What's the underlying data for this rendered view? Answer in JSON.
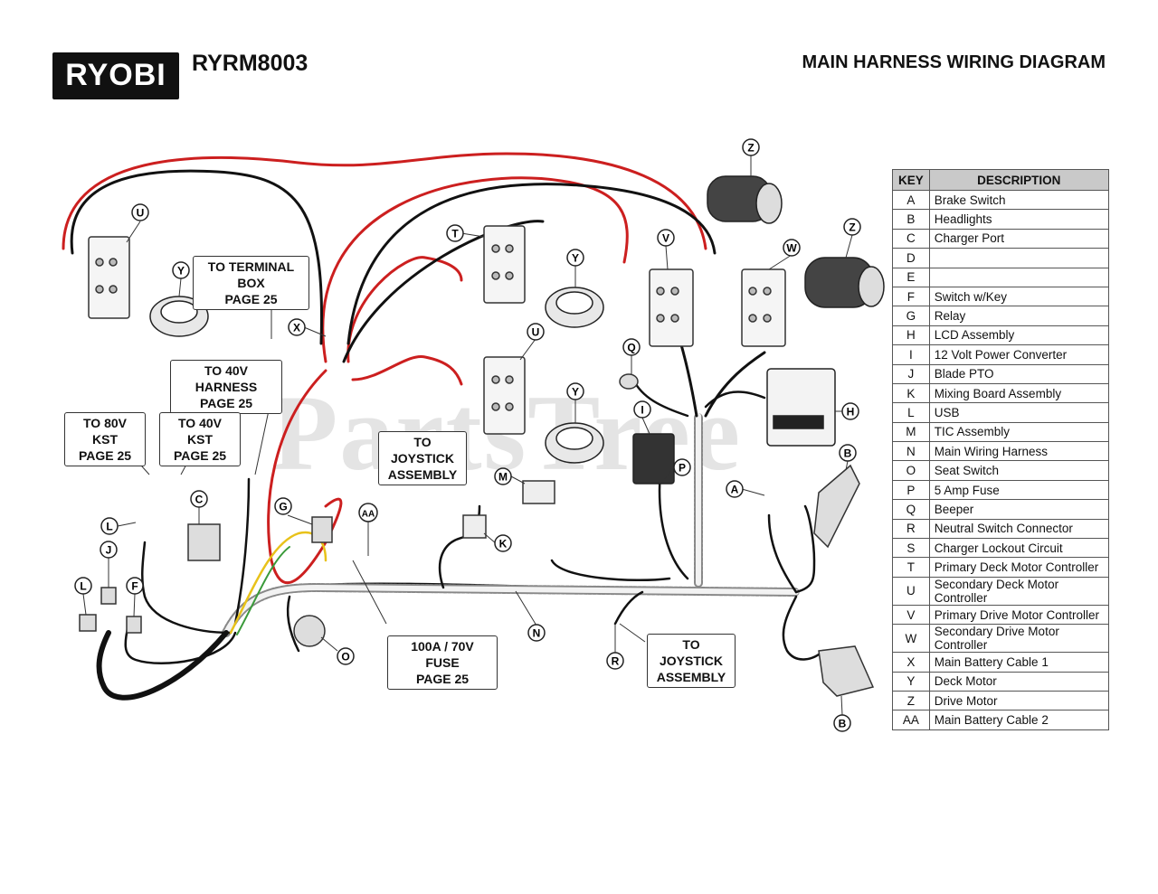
{
  "header": {
    "brand": "RYOBI",
    "model": "RYRM8003",
    "title": "MAIN HARNESS WIRING DIAGRAM"
  },
  "watermark": "PartsTree",
  "callouts": {
    "terminal_box": [
      "TO TERMINAL BOX",
      "PAGE 25"
    ],
    "harness_40v": [
      "TO 40V HARNESS",
      "PAGE 25"
    ],
    "kst_80v": [
      "TO 80V KST",
      "PAGE 25"
    ],
    "kst_40v": [
      "TO 40V KST",
      "PAGE 25"
    ],
    "joystick_1": [
      "TO JOYSTICK",
      "ASSEMBLY"
    ],
    "fuse": [
      "100A / 70V FUSE",
      "PAGE 25"
    ],
    "joystick_2": [
      "TO JOYSTICK",
      "ASSEMBLY"
    ]
  },
  "key_table": {
    "headers": [
      "KEY",
      "DESCRIPTION"
    ],
    "rows": [
      {
        "key": "A",
        "desc": "Brake Switch"
      },
      {
        "key": "B",
        "desc": "Headlights"
      },
      {
        "key": "C",
        "desc": "Charger Port"
      },
      {
        "key": "D",
        "desc": ""
      },
      {
        "key": "E",
        "desc": ""
      },
      {
        "key": "F",
        "desc": "Switch w/Key"
      },
      {
        "key": "G",
        "desc": "Relay"
      },
      {
        "key": "H",
        "desc": "LCD Assembly"
      },
      {
        "key": "I",
        "desc": "12 Volt Power Converter"
      },
      {
        "key": "J",
        "desc": "Blade PTO"
      },
      {
        "key": "K",
        "desc": "Mixing Board Assembly"
      },
      {
        "key": "L",
        "desc": "USB"
      },
      {
        "key": "M",
        "desc": "TIC Assembly"
      },
      {
        "key": "N",
        "desc": "Main Wiring Harness"
      },
      {
        "key": "O",
        "desc": "Seat Switch"
      },
      {
        "key": "P",
        "desc": "5 Amp Fuse"
      },
      {
        "key": "Q",
        "desc": "Beeper"
      },
      {
        "key": "R",
        "desc": "Neutral Switch Connector"
      },
      {
        "key": "S",
        "desc": "Charger Lockout Circuit"
      },
      {
        "key": "T",
        "desc": "Primary Deck Motor Controller"
      },
      {
        "key": "U",
        "desc": "Secondary Deck Motor Controller"
      },
      {
        "key": "V",
        "desc": "Primary Drive Motor Controller"
      },
      {
        "key": "W",
        "desc": "Secondary Drive Motor Controller"
      },
      {
        "key": "X",
        "desc": "Main Battery Cable 1"
      },
      {
        "key": "Y",
        "desc": "Deck Motor"
      },
      {
        "key": "Z",
        "desc": "Drive Motor"
      },
      {
        "key": "AA",
        "desc": "Main Battery Cable 2"
      }
    ]
  },
  "labels": {
    "U1": "U",
    "Y1": "Y",
    "T": "T",
    "Y2": "Y",
    "U2": "U",
    "Y3": "Y",
    "V": "V",
    "W": "W",
    "Z1": "Z",
    "Z2": "Z",
    "X": "X",
    "Q": "Q",
    "I": "I",
    "H": "H",
    "B1": "B",
    "A": "A",
    "P": "P",
    "M": "M",
    "K": "K",
    "C": "C",
    "G": "G",
    "AA": "AA",
    "L1": "L",
    "J": "J",
    "L2": "L",
    "F": "F",
    "O": "O",
    "N": "N",
    "R": "R",
    "B2": "B"
  },
  "colors": {
    "wire_red": "#cc1f1f",
    "wire_black": "#111111",
    "wire_yellow": "#e8c21a",
    "wire_green": "#3a9a3a",
    "wire_blue": "#2a5fbf",
    "table_header": "#c9c9c9"
  }
}
